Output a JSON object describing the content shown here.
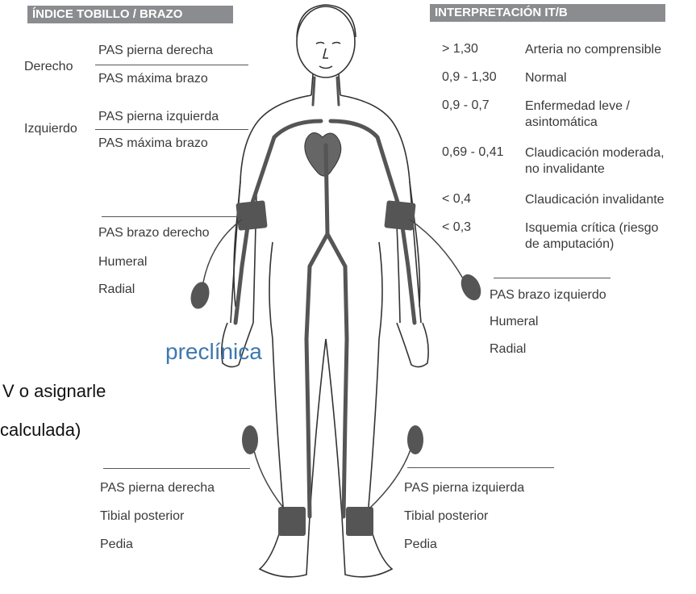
{
  "colors": {
    "header_bg": "#8a8c8f",
    "text": "#3a3a3a",
    "accent_blue": "#3e78b0"
  },
  "left_header": "ÍNDICE TOBILLO / BRAZO",
  "right_header": "INTERPRETACIÓN IT/B",
  "formula": {
    "derecho_label": "Derecho",
    "derecho_num": "PAS pierna derecha",
    "derecho_den": "PAS máxima brazo",
    "izquierdo_label": "Izquierdo",
    "izquierdo_num": "PAS pierna izquierda",
    "izquierdo_den": "PAS máxima brazo"
  },
  "interpretation": [
    {
      "range": "> 1,30",
      "desc": [
        "Arteria no comprensible"
      ]
    },
    {
      "range": "0,9 - 1,30",
      "desc": [
        "Normal"
      ]
    },
    {
      "range": "0,9 - 0,7",
      "desc": [
        "Enfermedad leve /",
        "asintomática"
      ]
    },
    {
      "range": "0,69 - 0,41",
      "desc": [
        "Claudicación moderada,",
        "no invalidante"
      ]
    },
    {
      "range": "< 0,4",
      "desc": [
        "Claudicación invalidante"
      ]
    },
    {
      "range": "< 0,3",
      "desc": [
        "Isquemia crítica (riesgo",
        "de amputación)"
      ]
    }
  ],
  "right_arm": {
    "title": "PAS brazo derecho",
    "a": "Humeral",
    "b": "Radial"
  },
  "left_arm": {
    "title": "PAS brazo izquierdo",
    "a": "Humeral",
    "b": "Radial"
  },
  "right_leg": {
    "title": "PAS pierna derecha",
    "a": "Tibial posterior",
    "b": "Pedia"
  },
  "left_leg": {
    "title": "PAS pierna izquierda",
    "a": "Tibial posterior",
    "b": "Pedia"
  },
  "overlay": {
    "blue": "preclínica",
    "line1": "V  o  asignarle",
    "line2": "calculada)"
  }
}
